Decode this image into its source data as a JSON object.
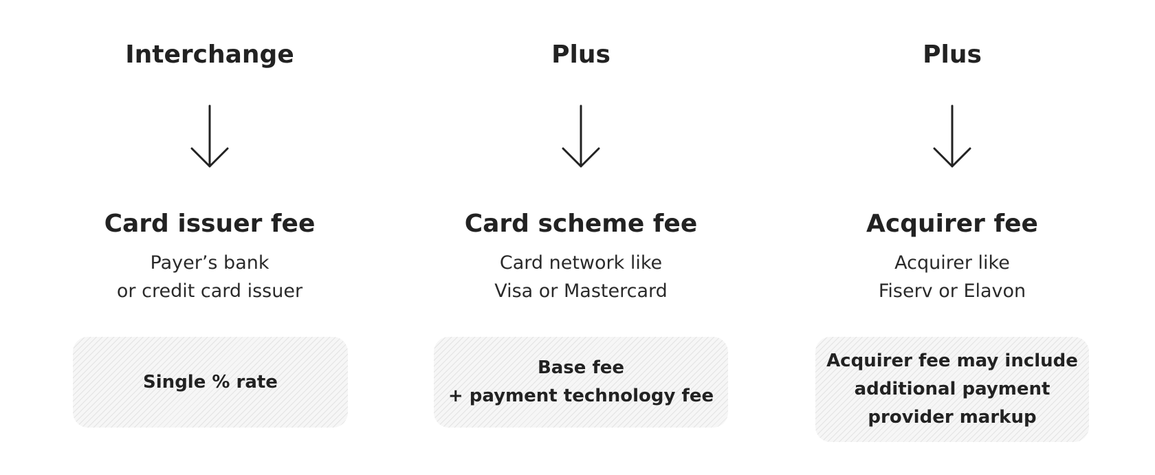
{
  "columns": [
    {
      "heading": "Interchange",
      "title": "Card issuer fee",
      "subtitle_lines": [
        "Payer’s bank",
        "or credit card issuer"
      ],
      "box_lines": [
        "Single % rate"
      ]
    },
    {
      "heading": "Plus",
      "title": "Card scheme fee",
      "subtitle_lines": [
        "Card network like",
        "Visa or Mastercard"
      ],
      "box_lines": [
        "Base fee",
        "+ payment technology fee"
      ]
    },
    {
      "heading": "Plus",
      "title": "Acquirer fee",
      "subtitle_lines": [
        "Acquirer like",
        "Fiserv or Elavon"
      ],
      "box_lines": [
        "Acquirer fee may include",
        "additional payment",
        "provider markup"
      ]
    }
  ],
  "colors": {
    "text": "#222222",
    "box_fill": "#f4f4f4",
    "box_hatch": "#e3e3e3"
  },
  "icons": {
    "connector": "arrow-down-icon"
  }
}
